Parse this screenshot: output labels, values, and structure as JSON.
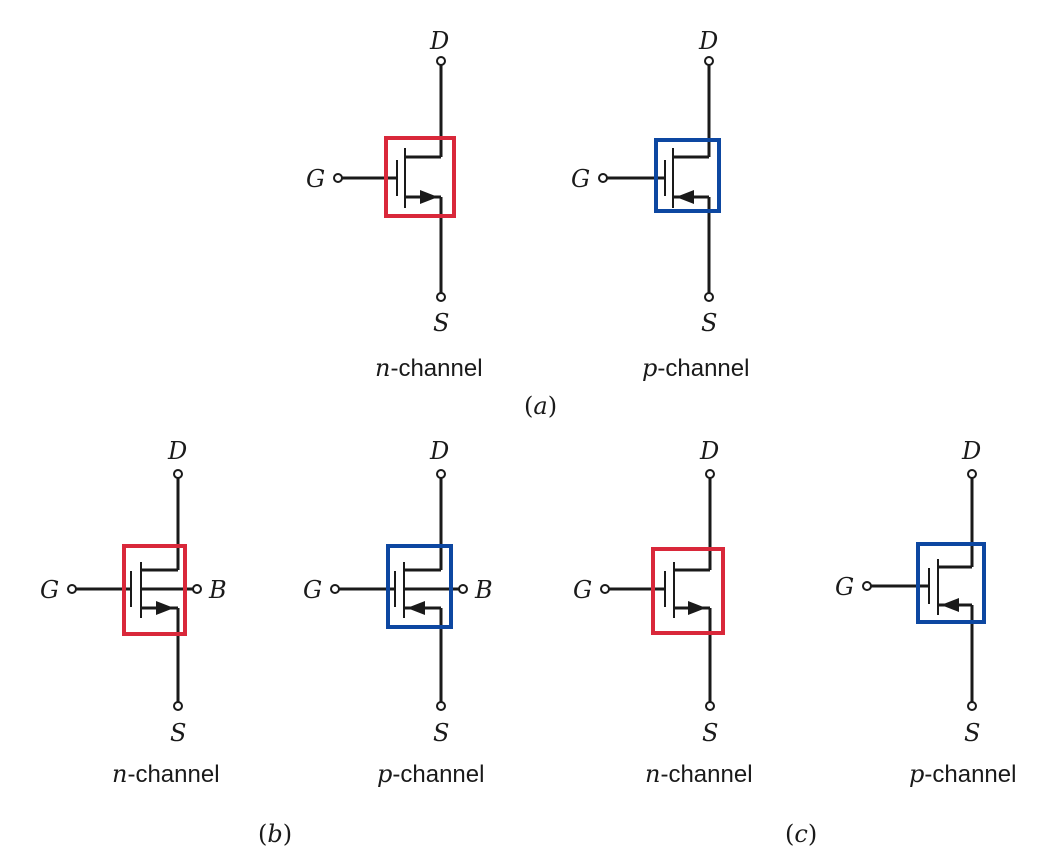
{
  "terminals": {
    "drain": "D",
    "source": "S",
    "gate": "G",
    "body": "B"
  },
  "symbols": [
    {
      "id": "a-n",
      "caption_italic": "n",
      "caption_rest": "-channel",
      "highlight": "#d9283a"
    },
    {
      "id": "a-p",
      "caption_italic": "p",
      "caption_rest": "-channel",
      "highlight": "#0d47a1"
    },
    {
      "id": "b-n",
      "caption_italic": "n",
      "caption_rest": "-channel",
      "highlight": "#d9283a"
    },
    {
      "id": "b-p",
      "caption_italic": "p",
      "caption_rest": "-channel",
      "highlight": "#0d47a1"
    },
    {
      "id": "c-n",
      "caption_italic": "n",
      "caption_rest": "-channel",
      "highlight": "#d9283a"
    },
    {
      "id": "c-p",
      "caption_italic": "p",
      "caption_rest": "-channel",
      "highlight": "#0d47a1"
    }
  ],
  "parts": [
    {
      "open": "(",
      "letter": "a",
      "close": ")"
    },
    {
      "open": "(",
      "letter": "b",
      "close": ")"
    },
    {
      "open": "(",
      "letter": "c",
      "close": ")"
    }
  ]
}
